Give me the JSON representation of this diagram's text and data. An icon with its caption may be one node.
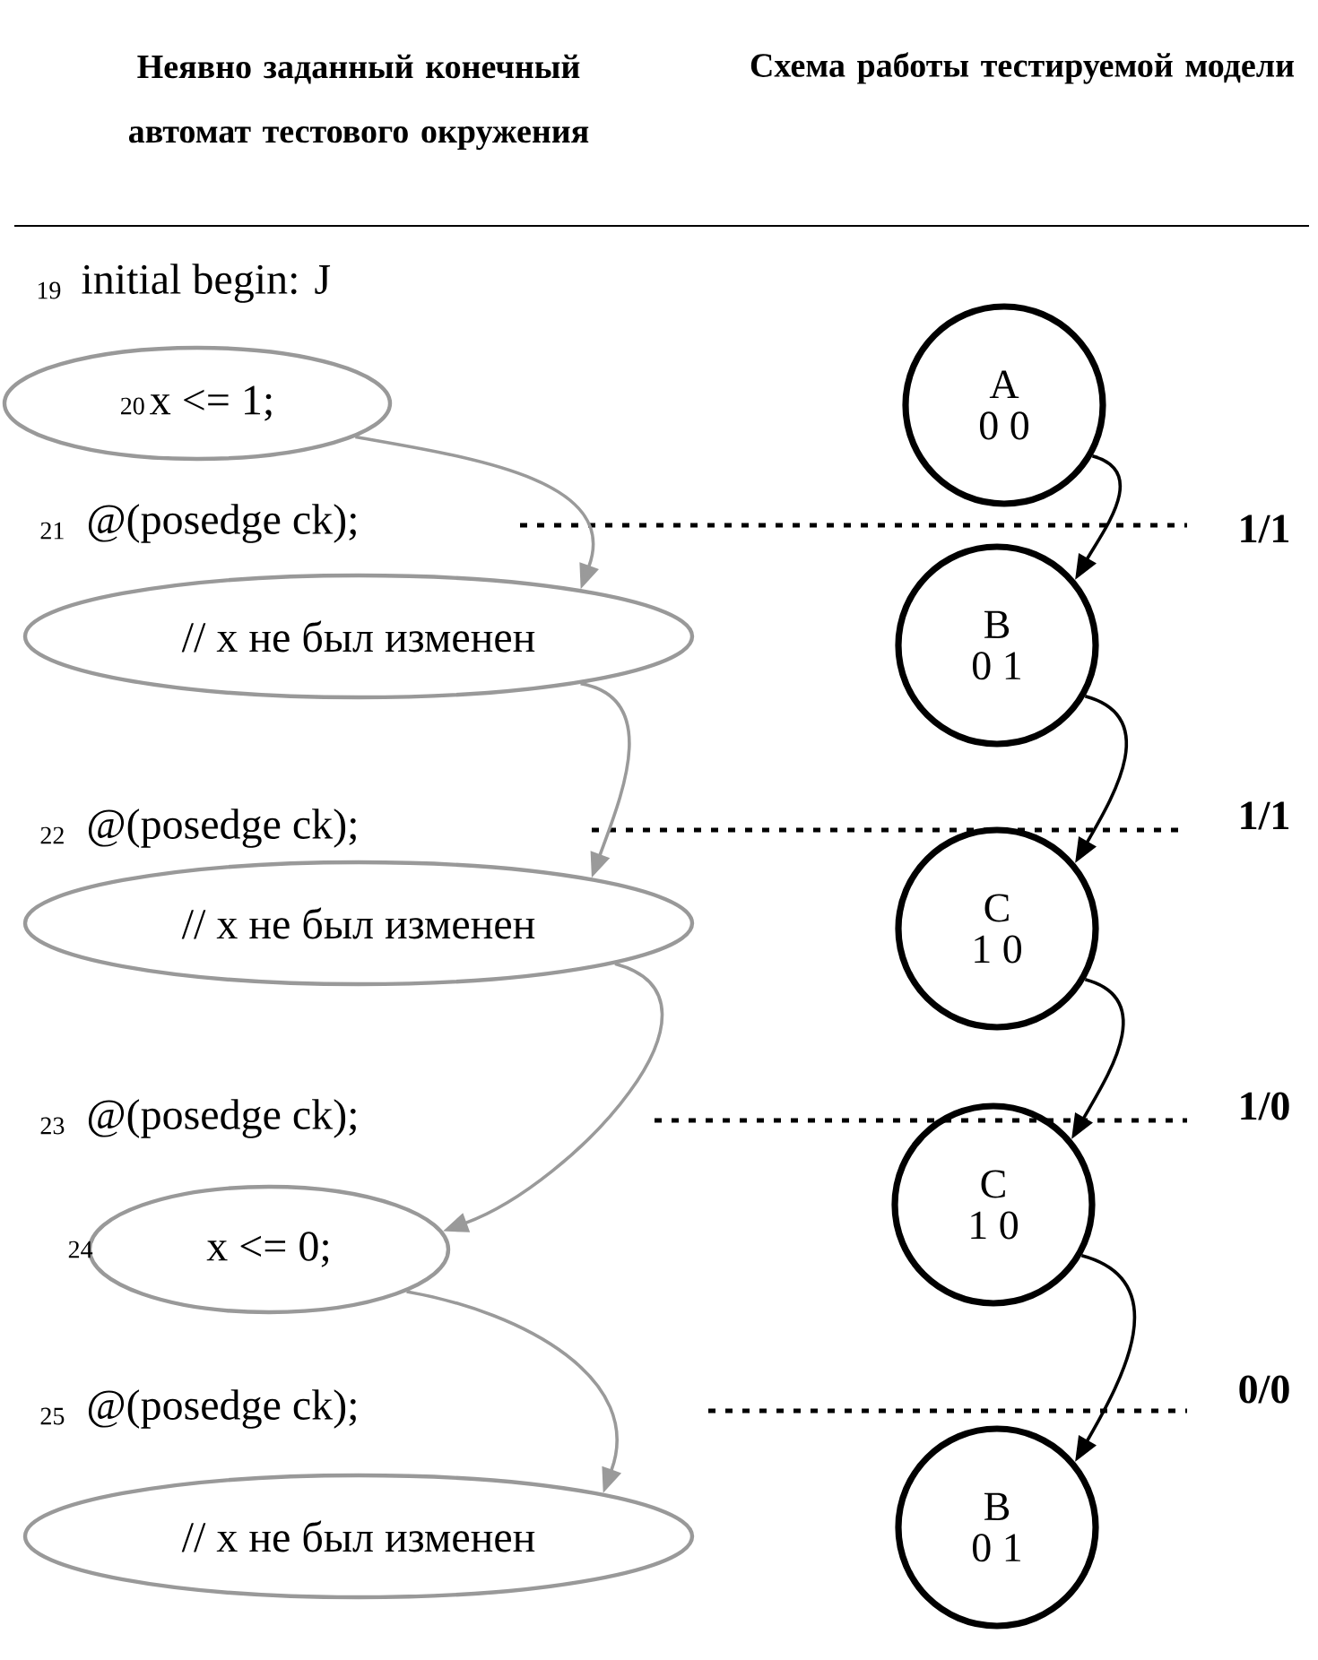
{
  "diagram": {
    "nodes": [
      {
        "text": [
          "20",
          "x <= 1;"
        ]
      },
      {
        "text": [
          "A",
          "0 0"
        ]
      },
      {
        "text": [
          "// x не был изменен"
        ]
      },
      {
        "text": [
          "B",
          "0 1"
        ]
      },
      {
        "text": [
          "// x не был изменен"
        ]
      },
      {
        "text": [
          "C",
          "1 0"
        ]
      },
      {
        "text": [
          "C",
          "1 0"
        ]
      },
      {
        "text": [
          "x <= 0;"
        ],
        "beside": [
          "24"
        ]
      },
      {
        "text": [
          "// x не был изменен"
        ]
      },
      {
        "text": [
          "B",
          "0 1"
        ]
      }
    ],
    "edges": [
      {
        "from": 0,
        "to": 2,
        "arrow": "to",
        "color": "#9a9a9a"
      },
      {
        "from": 2,
        "to": 4,
        "arrow": "to",
        "color": "#9a9a9a"
      },
      {
        "from": 4,
        "to": 7,
        "arrow": "to",
        "color": "#9a9a9a"
      },
      {
        "from": 7,
        "to": 8,
        "arrow": "to",
        "color": "#9a9a9a"
      },
      {
        "from": 1,
        "to": 3,
        "arrow": "to",
        "label": "1/1",
        "color": "#000000"
      },
      {
        "from": 3,
        "to": 5,
        "arrow": "to",
        "label": "1/1",
        "color": "#000000"
      },
      {
        "from": 5,
        "to": 6,
        "arrow": "to",
        "label": "1/0",
        "color": "#000000"
      },
      {
        "from": 6,
        "to": 9,
        "arrow": "to",
        "label": "0/0",
        "color": "#000000"
      }
    ],
    "labels": [
      "Неявно заданный конечный автомат тестового окружения",
      "Схема работы тестируемой модели",
      "19",
      "initial begin: J",
      "21",
      "@(posedge ck);",
      "22",
      "@(posedge ck);",
      "23",
      "@(posedge ck);",
      "25",
      "@(posedge ck);"
    ]
  }
}
